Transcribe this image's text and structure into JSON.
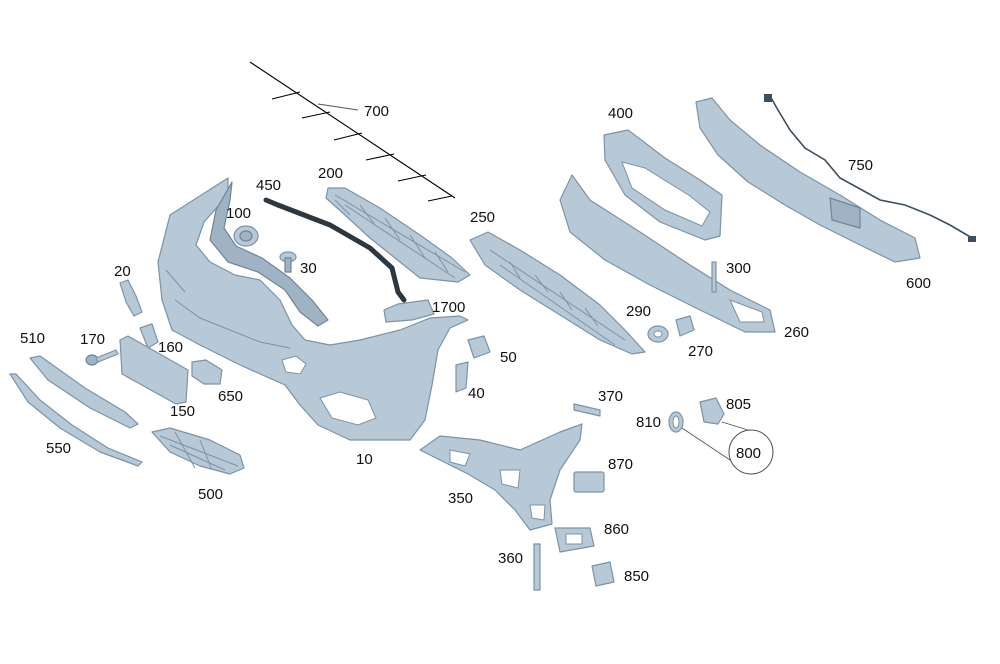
{
  "labels": {
    "p700": "700",
    "p200": "200",
    "p450": "450",
    "p100": "100",
    "p30": "30",
    "p20": "20",
    "p510": "510",
    "p170": "170",
    "p160": "160",
    "p150": "150",
    "p650": "650",
    "p550": "550",
    "p500": "500",
    "p10": "10",
    "p1700": "1700",
    "p250": "250",
    "p400": "400",
    "p750": "750",
    "p600": "600",
    "p300": "300",
    "p290": "290",
    "p270": "270",
    "p260": "260",
    "p50": "50",
    "p40": "40",
    "p370": "370",
    "p810": "810",
    "p805": "805",
    "p800": "800",
    "p870": "870",
    "p350": "350",
    "p860": "860",
    "p360": "360",
    "p850": "850"
  },
  "colors": {
    "part_fill": "#b7c8d6",
    "part_stroke": "#7d93a6",
    "background": "#ffffff"
  }
}
